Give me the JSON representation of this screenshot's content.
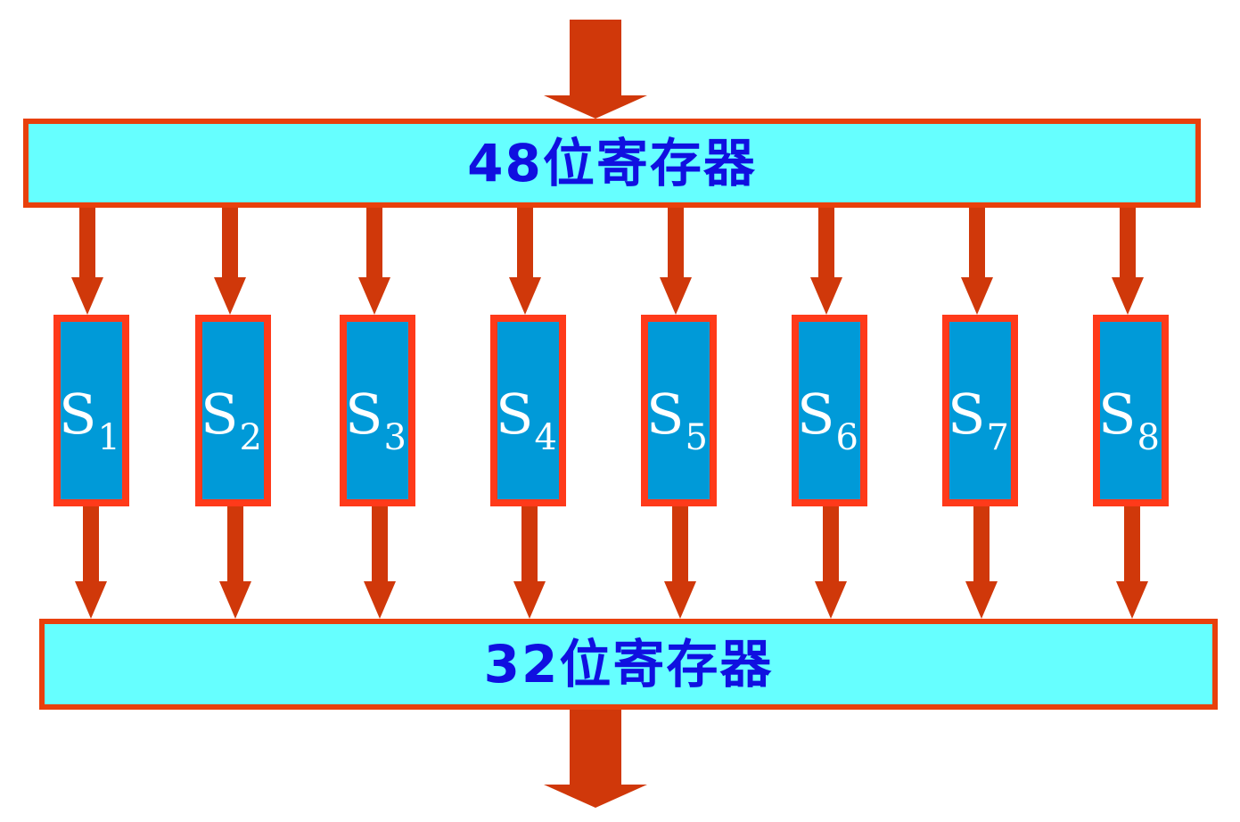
{
  "diagram": {
    "top_register": {
      "label": "48位寄存器"
    },
    "bottom_register": {
      "label": "32位寄存器"
    },
    "sboxes": [
      {
        "letter": "S",
        "index": "1"
      },
      {
        "letter": "S",
        "index": "2"
      },
      {
        "letter": "S",
        "index": "3"
      },
      {
        "letter": "S",
        "index": "4"
      },
      {
        "letter": "S",
        "index": "5"
      },
      {
        "letter": "S",
        "index": "6"
      },
      {
        "letter": "S",
        "index": "7"
      },
      {
        "letter": "S",
        "index": "8"
      }
    ],
    "colors": {
      "register_fill": "#66ffff",
      "register_border": "#e8400c",
      "register_text": "#1010e0",
      "sbox_fill": "#009ad8",
      "sbox_border": "#ff3a1a",
      "sbox_text": "#ffffff",
      "arrow": "#d0380a"
    }
  }
}
